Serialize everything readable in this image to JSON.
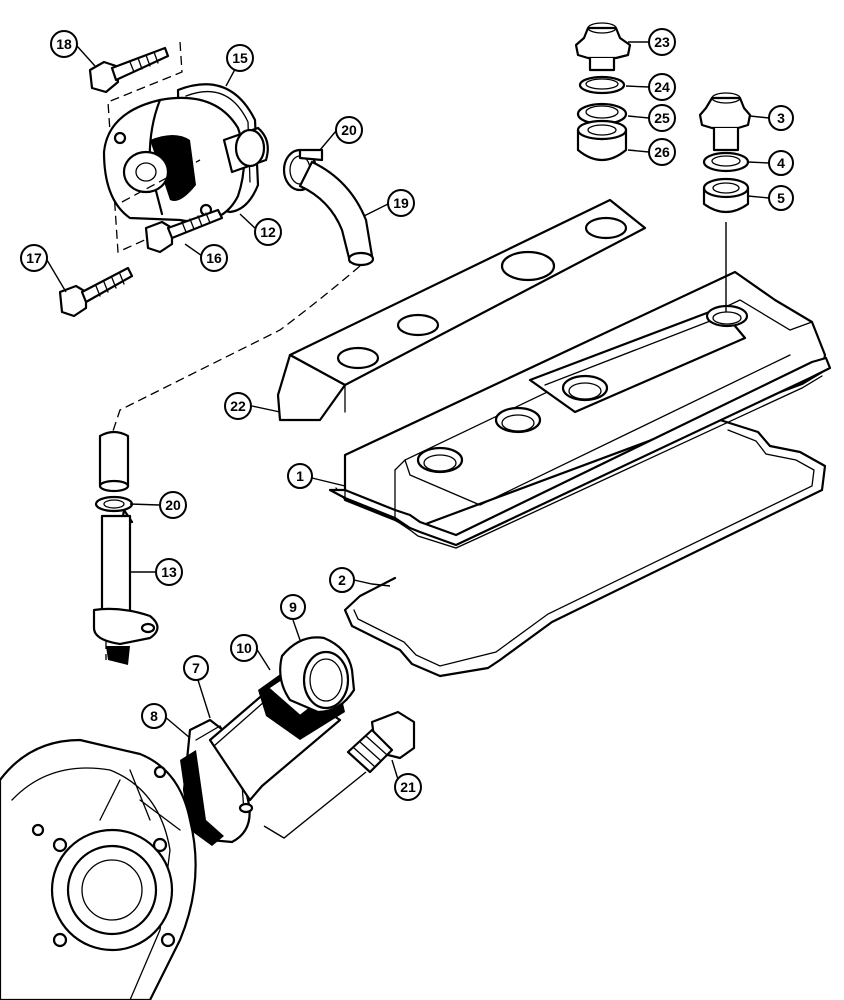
{
  "callouts": [
    {
      "id": "1",
      "label": "1"
    },
    {
      "id": "2",
      "label": "2"
    },
    {
      "id": "3",
      "label": "3"
    },
    {
      "id": "4",
      "label": "4"
    },
    {
      "id": "5",
      "label": "5"
    },
    {
      "id": "7",
      "label": "7"
    },
    {
      "id": "8",
      "label": "8"
    },
    {
      "id": "9",
      "label": "9"
    },
    {
      "id": "10",
      "label": "10"
    },
    {
      "id": "12",
      "label": "12"
    },
    {
      "id": "13",
      "label": "13"
    },
    {
      "id": "15",
      "label": "15"
    },
    {
      "id": "16",
      "label": "16"
    },
    {
      "id": "17",
      "label": "17"
    },
    {
      "id": "18",
      "label": "18"
    },
    {
      "id": "19",
      "label": "19"
    },
    {
      "id": "20a",
      "label": "20"
    },
    {
      "id": "20b",
      "label": "20"
    },
    {
      "id": "21",
      "label": "21"
    },
    {
      "id": "22",
      "label": "22"
    },
    {
      "id": "23",
      "label": "23"
    },
    {
      "id": "24",
      "label": "24"
    },
    {
      "id": "25",
      "label": "25"
    },
    {
      "id": "26",
      "label": "26"
    }
  ]
}
